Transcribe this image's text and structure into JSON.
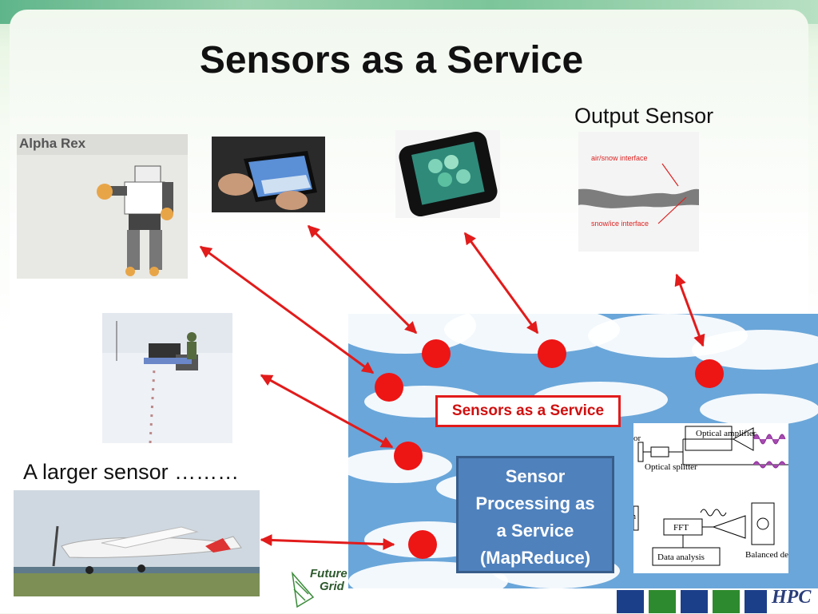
{
  "slide": {
    "title": "Sensors as a Service",
    "output_sensor_label": "Output Sensor",
    "larger_sensor_label": "A larger sensor ………"
  },
  "cloud": {
    "service_label": "Sensors as a Service",
    "processing_lines": [
      "Sensor",
      "Processing as",
      "a Service",
      "(MapReduce)"
    ]
  },
  "images": {
    "robot": {
      "caption": "Alpha Rex"
    },
    "radar": {
      "air_label": "air/snow interface",
      "ice_label": "snow/ice interface"
    },
    "optical_diagram": {
      "amplifier": "Optical amplifier",
      "splitter": "Optical splitter",
      "fft": "FFT",
      "analysis": "Data analysis",
      "detector": "Balanced detector"
    }
  },
  "logos": {
    "futuregrid_line1": "Future",
    "futuregrid_line2": "Grid",
    "hpc": "HPC"
  },
  "colors": {
    "arrow": "#e21b1b",
    "dot": "#ee1515",
    "cloud_sky": "#6aa6d9",
    "process_box": "#4f81bd"
  }
}
